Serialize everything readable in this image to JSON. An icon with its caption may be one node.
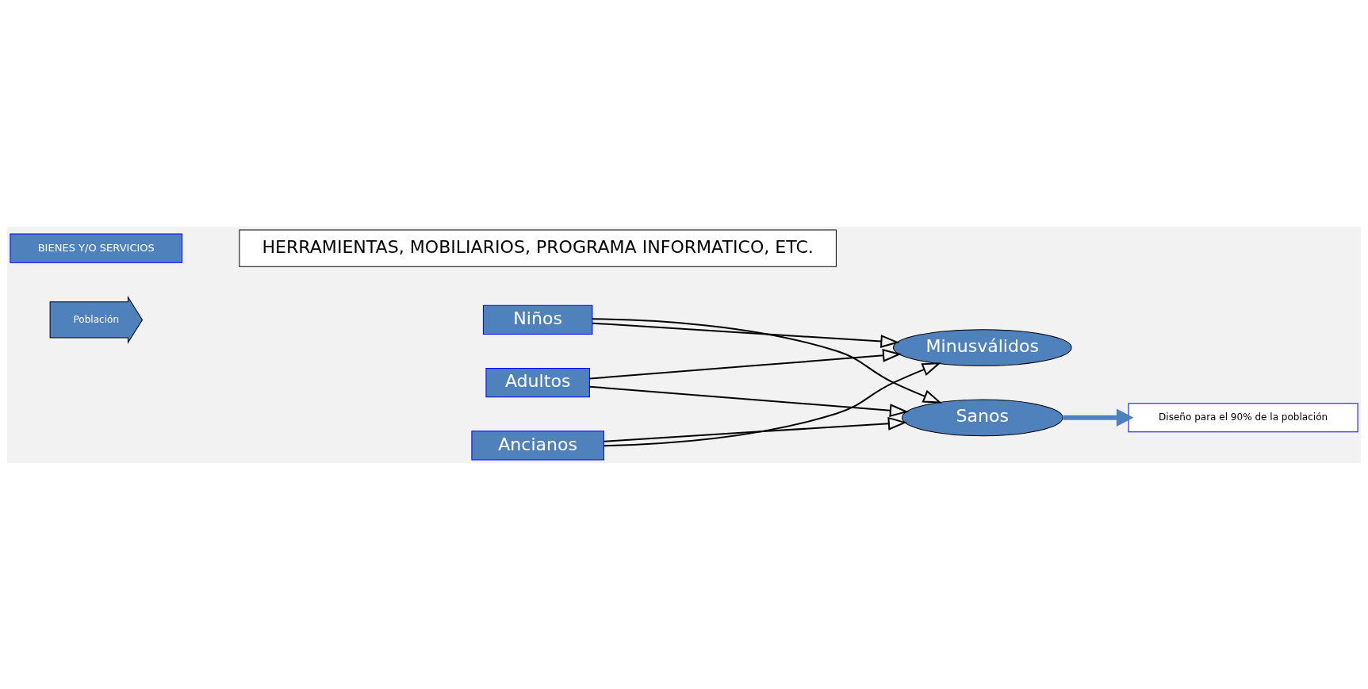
{
  "diagram": {
    "nodes": [
      {
        "text": [
          "Población"
        ]
      },
      {
        "text": [
          "Niños"
        ]
      },
      {
        "text": [
          "Adultos"
        ]
      },
      {
        "text": [
          "Ancianos"
        ]
      },
      {
        "text": [
          "Minusválidos"
        ]
      },
      {
        "text": [
          "Sanos"
        ]
      },
      {
        "text": [
          "Diseño para el 90% de la población"
        ]
      },
      {
        "text": [
          "BIENES Y/O SERVICIOS"
        ]
      },
      {
        "text": [
          "HERRAMIENTAS, MOBILIARIOS, PROGRAMA INFORMATICO, ETC."
        ]
      }
    ],
    "edges": [
      {
        "from": 1,
        "to": 4,
        "arrow": "to"
      },
      {
        "from": 2,
        "to": 4,
        "arrow": "to"
      },
      {
        "from": 3,
        "to": 4,
        "arrow": "to"
      },
      {
        "from": 2,
        "to": 5,
        "arrow": "to"
      },
      {
        "from": 3,
        "to": 5,
        "arrow": "to"
      },
      {
        "from": 1,
        "to": 5,
        "arrow": "to"
      },
      {
        "from": 5,
        "to": 6,
        "arrow": "to",
        "style": "thick",
        "color": "#4f81bd"
      }
    ]
  }
}
